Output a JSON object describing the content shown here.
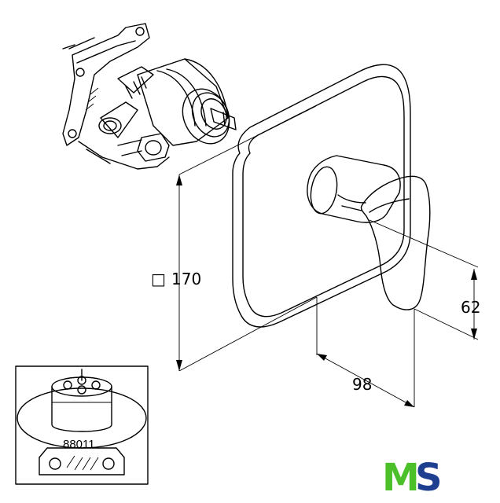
{
  "dimensions": {
    "square_symbol": "□",
    "plate_size": "170",
    "lever_height": "62",
    "lever_projection": "98"
  },
  "inset": {
    "part_number": "88011"
  },
  "logo": {
    "first": "M",
    "second": "S",
    "colors": {
      "first": "#4cc02a",
      "second": "#1e3f8f"
    }
  }
}
